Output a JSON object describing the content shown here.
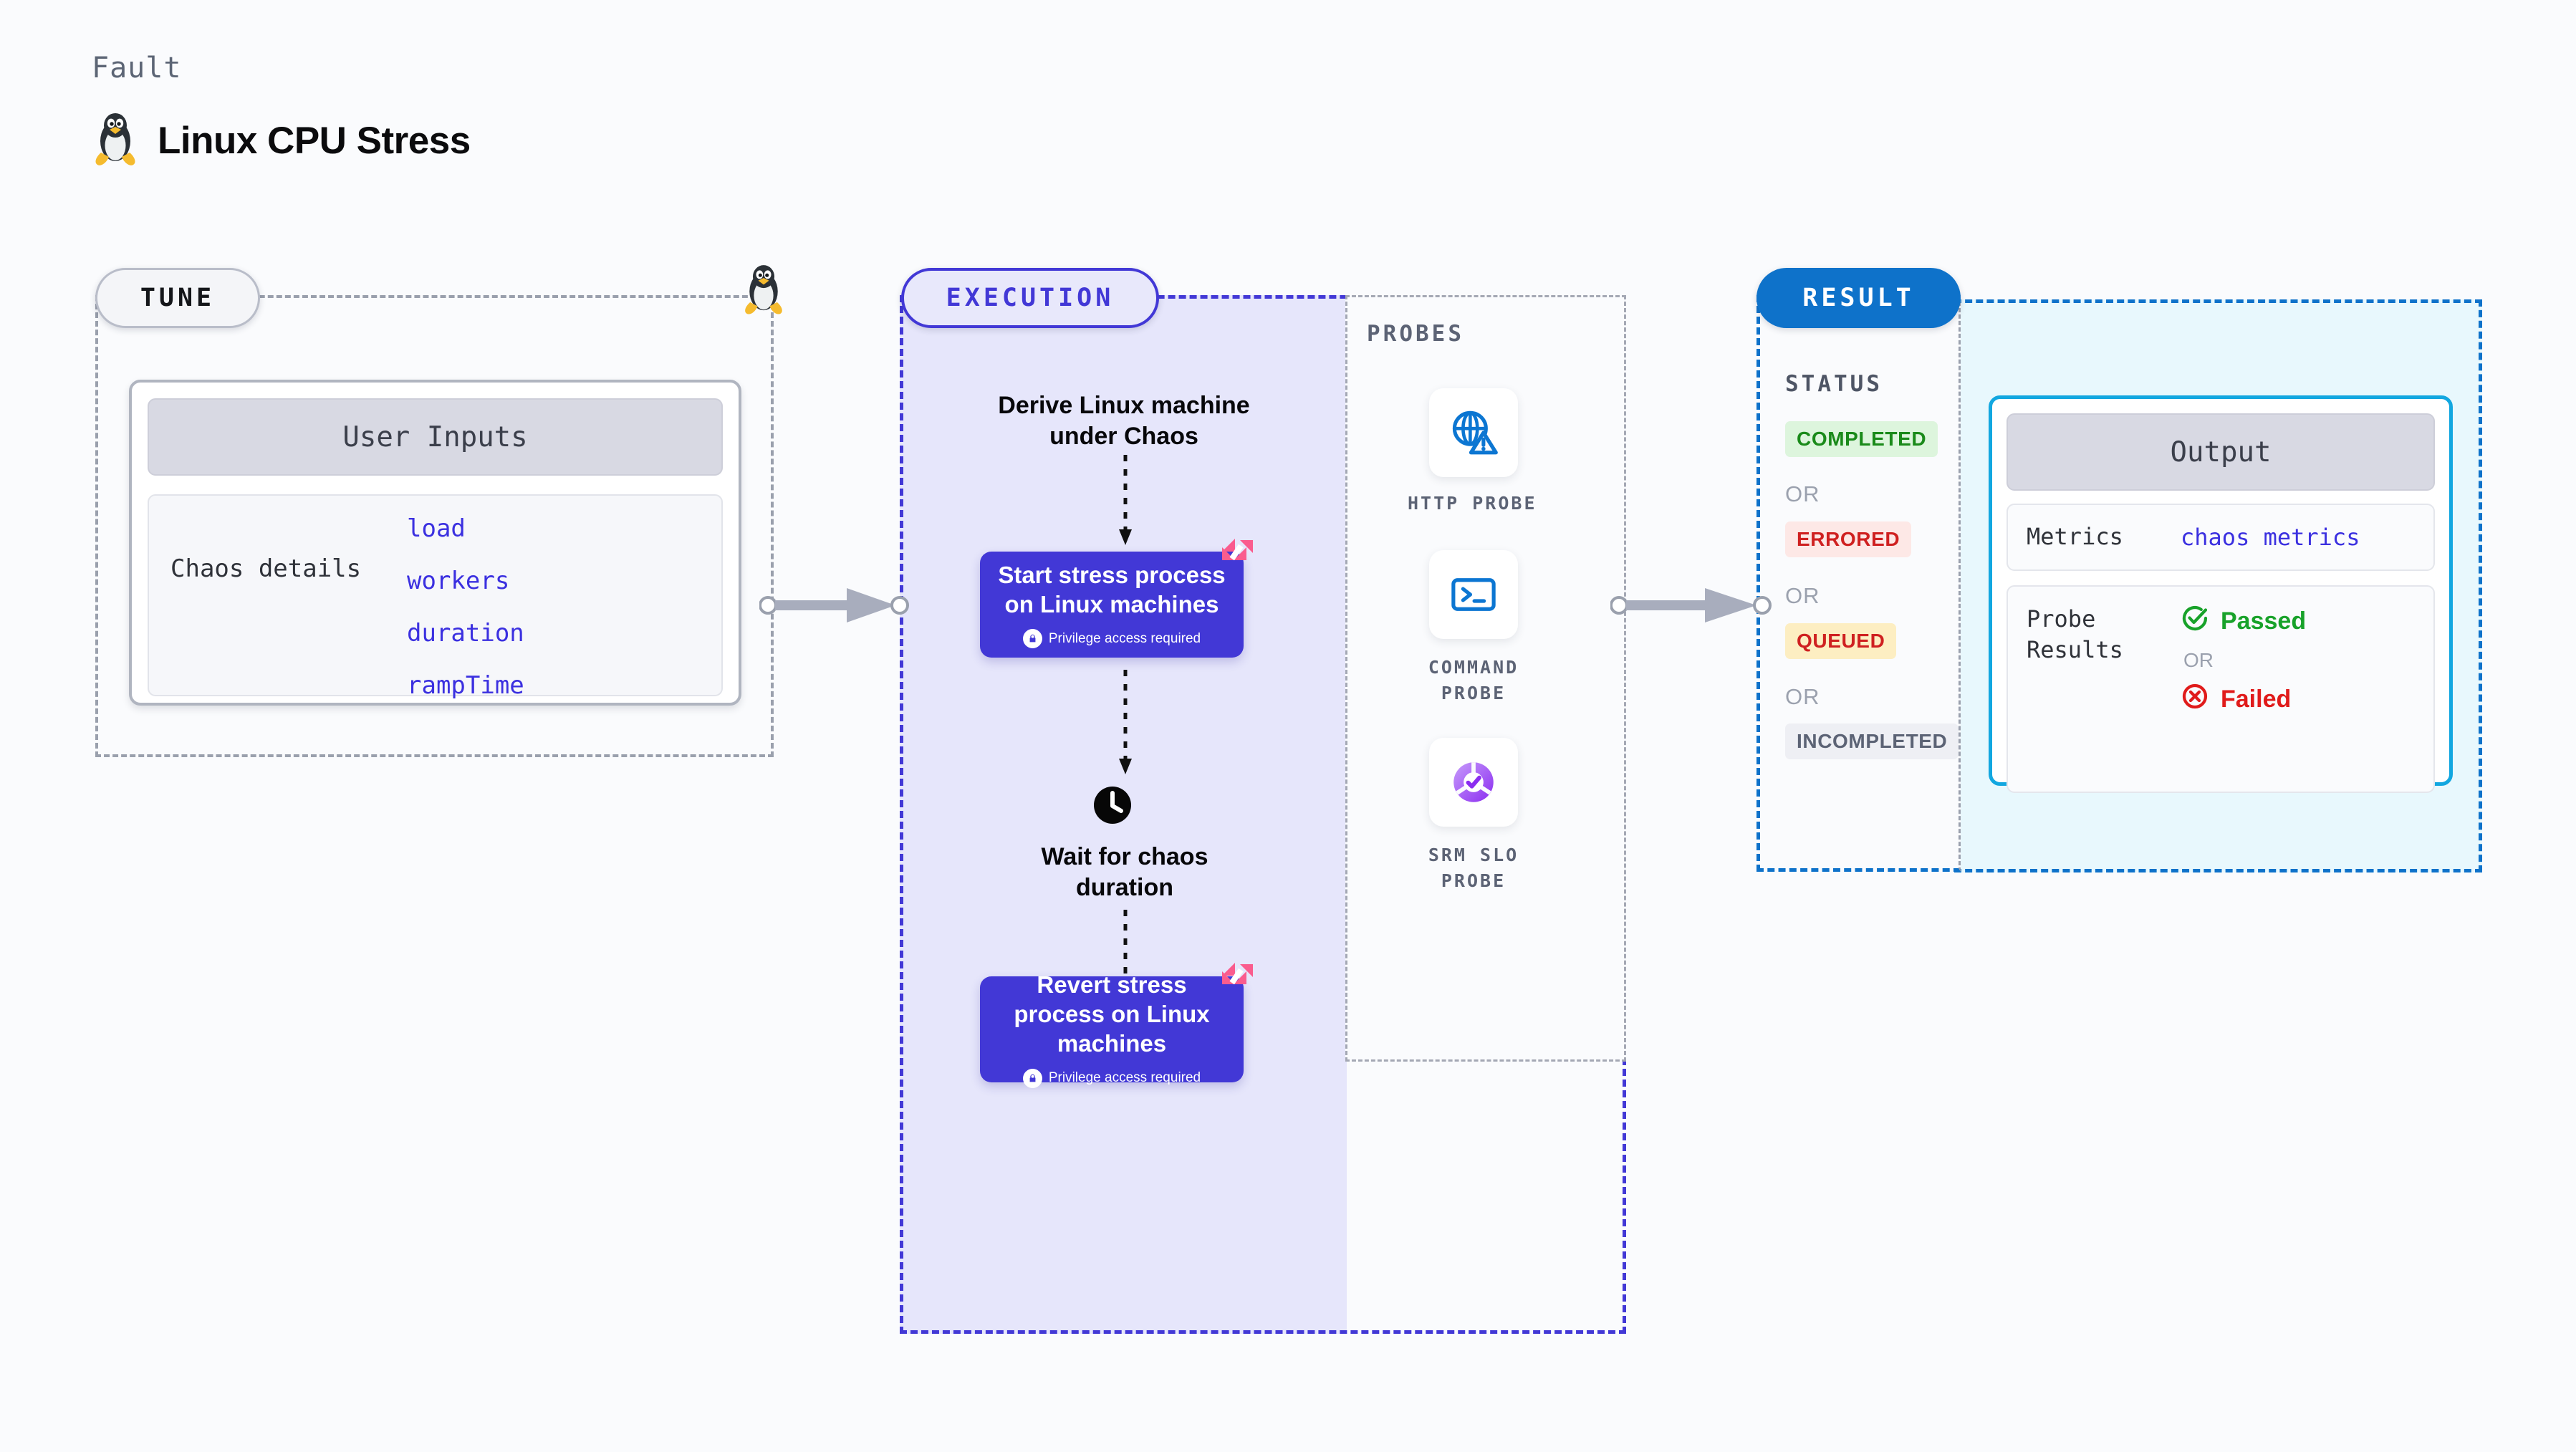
{
  "header": {
    "eyebrow": "Fault",
    "title": "Linux CPU Stress",
    "icon": "linux-tux-icon"
  },
  "colors": {
    "page_bg": "#fafbfd",
    "tune_border": "#9aa0ad",
    "execution_accent": "#4238d6",
    "execution_fill": "#e6e6fb",
    "result_accent": "#0e72ca",
    "output_fill": "#e8f8fd",
    "output_border": "#12a7e0",
    "harness_pink": "#fa5c8e",
    "param_value": "#3b30e0",
    "passed_green": "#18a22a",
    "failed_red": "#e01b1b"
  },
  "tune": {
    "badge": "TUNE",
    "edge_icon": "linux-tux-icon",
    "card": {
      "header": "User Inputs",
      "row_label": "Chaos details",
      "params": [
        "load",
        "workers",
        "duration",
        "rampTime"
      ]
    }
  },
  "execution": {
    "badge": "EXECUTION",
    "steps": [
      {
        "kind": "text",
        "label": "Derive Linux machine under Chaos"
      },
      {
        "kind": "node",
        "label": "Start stress process on Linux machines",
        "note": "Privilege access required",
        "note_icon": "lock-icon",
        "flag_icon": "harness-flag-icon"
      },
      {
        "kind": "wait",
        "label": "Wait for chaos duration",
        "icon": "clock-icon"
      },
      {
        "kind": "node",
        "label": "Revert stress process on Linux machines",
        "note": "Privilege access required",
        "note_icon": "lock-icon",
        "flag_icon": "harness-flag-icon"
      }
    ]
  },
  "probes": {
    "label": "PROBES",
    "items": [
      {
        "name": "HTTP PROBE",
        "icon": "globe-warning-icon"
      },
      {
        "name": "COMMAND PROBE",
        "icon": "terminal-icon"
      },
      {
        "name": "SRM SLO PROBE",
        "icon": "slo-check-icon"
      }
    ]
  },
  "result": {
    "badge": "RESULT",
    "status_label": "STATUS",
    "or_label": "OR",
    "statuses": [
      {
        "label": "COMPLETED",
        "bg": "#ddf5dd",
        "fg": "#1a8a1a"
      },
      {
        "label": "ERRORED",
        "bg": "#fde8e6",
        "fg": "#cf2020"
      },
      {
        "label": "QUEUED",
        "bg": "#fdeec2",
        "fg": "#cf2020"
      },
      {
        "label": "INCOMPLETED",
        "bg": "#eeeff4",
        "fg": "#5c6375"
      }
    ]
  },
  "output": {
    "header": "Output",
    "rows": [
      {
        "key": "Metrics",
        "value": "chaos metrics"
      },
      {
        "key": "Probe Results",
        "passed": "Passed",
        "or_label": "OR",
        "failed": "Failed",
        "passed_icon": "check-circle-icon",
        "failed_icon": "x-circle-icon"
      }
    ]
  },
  "connectors": [
    {
      "from": "tune",
      "to": "execution",
      "type": "arrow-right"
    },
    {
      "from": "probes",
      "to": "result",
      "type": "arrow-right"
    }
  ]
}
